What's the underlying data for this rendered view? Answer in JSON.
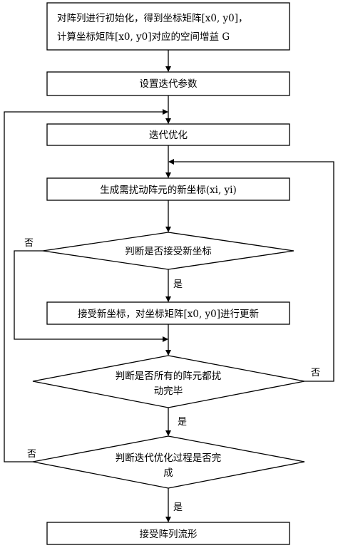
{
  "steps": {
    "init_line1": "对阵列进行初始化，得到坐标矩阵[x0, y0]，",
    "init_line2": "计算坐标矩阵[x0, y0]对应的空间增益 G",
    "set_params": "设置迭代参数",
    "iterate": "迭代优化",
    "generate": "生成需扰动阵元的新坐标(xi, yi)",
    "decide_accept": "判断是否接受新坐标",
    "accept_update": "接受新坐标，对坐标矩阵[x0, y0]进行更新",
    "decide_all_line1": "判断是否所有的阵元都扰",
    "decide_all_line2": "动完毕",
    "decide_done_line1": "判断迭代优化过程是否完",
    "decide_done_line2": "成",
    "accept_shape": "接受阵列流形"
  },
  "branch_labels": {
    "no": "否",
    "yes": "是"
  }
}
